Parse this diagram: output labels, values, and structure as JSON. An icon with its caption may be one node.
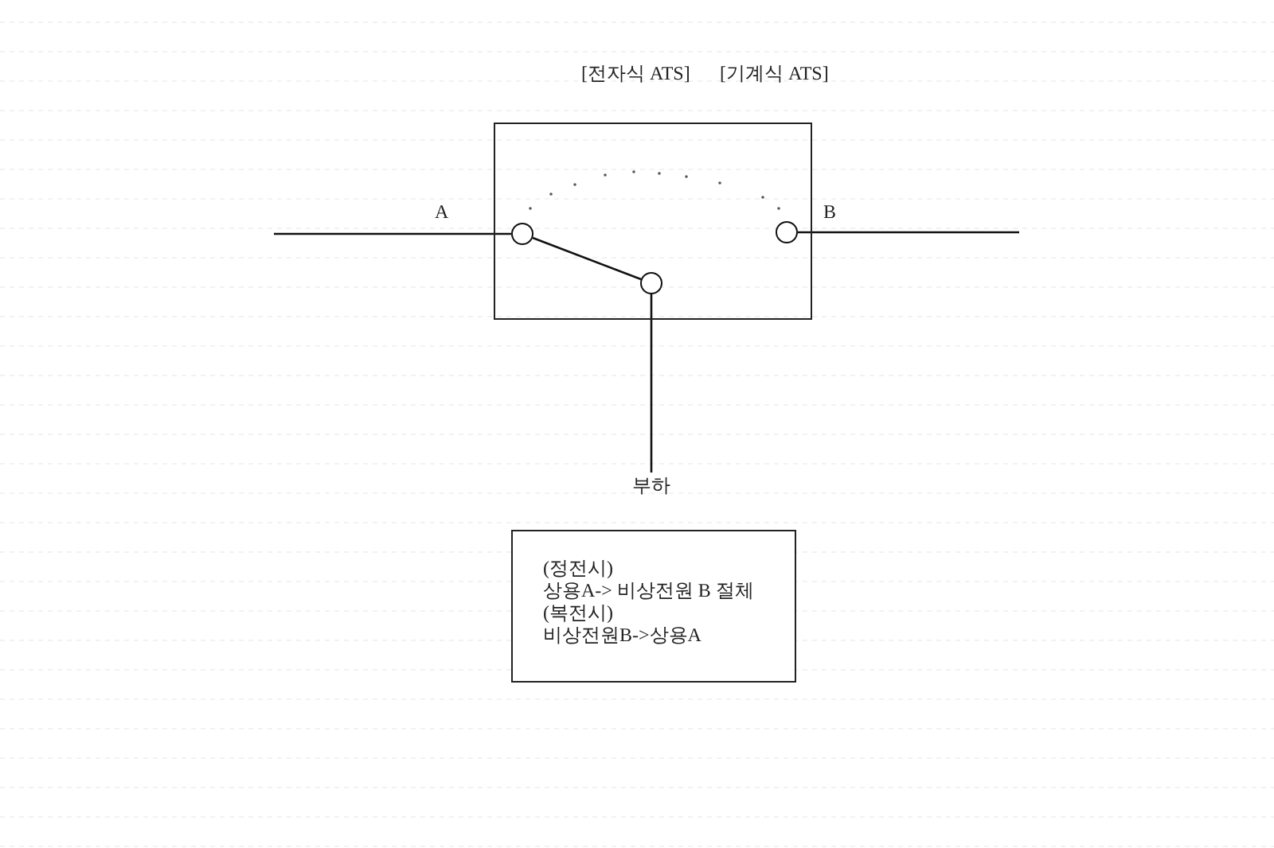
{
  "diagram": {
    "nodes": [
      {
        "text": [],
        "shape": "box"
      },
      {
        "text": [],
        "shape": "circle",
        "in": 0
      },
      {
        "text": [],
        "shape": "circle",
        "in": 0
      },
      {
        "text": [],
        "shape": "circle",
        "in": 0
      },
      {
        "text": [
          "부하"
        ]
      },
      {
        "text": [
          "(정전시)",
          "상용A-> 비상전원 B 절체",
          "(복전시)",
          "비상전원B->상용A"
        ]
      }
    ],
    "edges": [
      {
        "from": null,
        "to": 1,
        "arrow": "none"
      },
      {
        "from": 2,
        "to": null,
        "arrow": "none"
      },
      {
        "from": 1,
        "to": 3,
        "arrow": "none"
      },
      {
        "from": 3,
        "to": 4,
        "arrow": "none"
      }
    ],
    "labels": [
      "[전자식 ATS]",
      "[기계식 ATS]",
      "A",
      "B"
    ]
  }
}
